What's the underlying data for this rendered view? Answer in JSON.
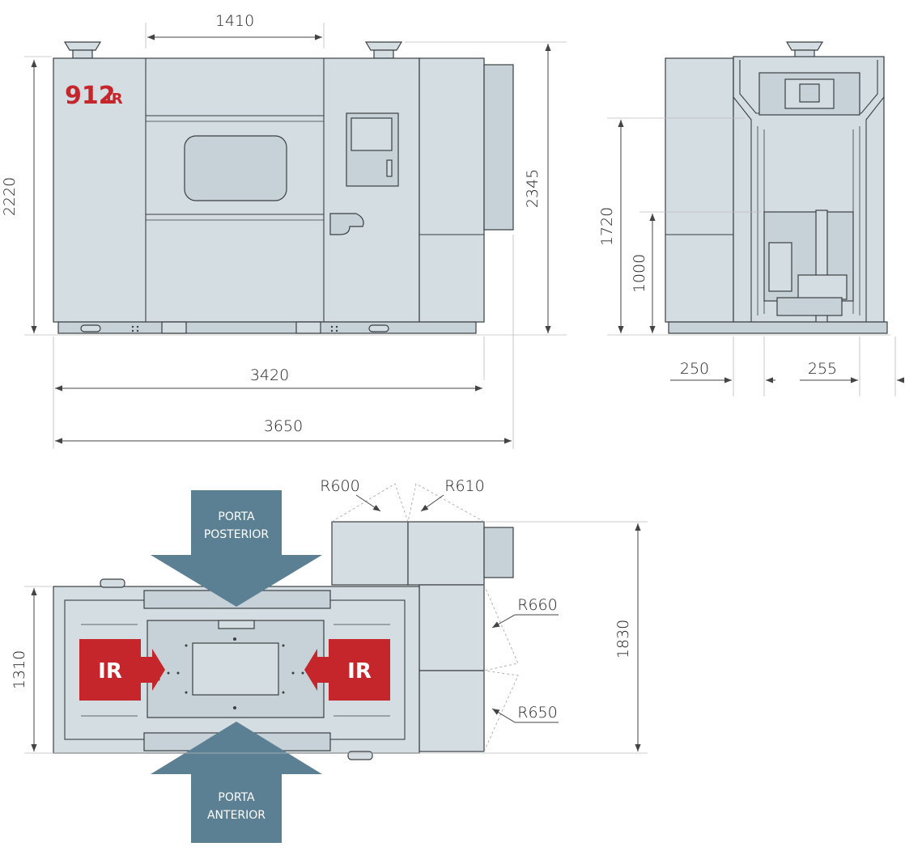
{
  "brand": {
    "model_number": "912",
    "model_suffix": "IR",
    "colors": {
      "brand_red": "#c4262c",
      "arrow_blue": "#5b7f93",
      "machine_fill": "#d3dde2"
    }
  },
  "front_view": {
    "dimensions": {
      "door_width": "1410",
      "height": "2220",
      "overall_height": "2345",
      "width": "3420",
      "overall_width": "3650"
    }
  },
  "side_view": {
    "dimensions": {
      "upper_height": "1720",
      "lower_height": "1000",
      "left_offset": "250",
      "right_offset": "255"
    }
  },
  "plan_view": {
    "dimensions": {
      "depth": "1310",
      "overall_depth": "1830",
      "radius_1": "R600",
      "radius_2": "R610",
      "radius_3": "R660",
      "radius_4": "R650"
    },
    "labels": {
      "rear_door_line1": "PORTA",
      "rear_door_line2": "POSTERIOR",
      "front_door_line1": "PORTA",
      "front_door_line2": "ANTERIOR",
      "ir_left": "IR",
      "ir_right": "IR"
    }
  }
}
